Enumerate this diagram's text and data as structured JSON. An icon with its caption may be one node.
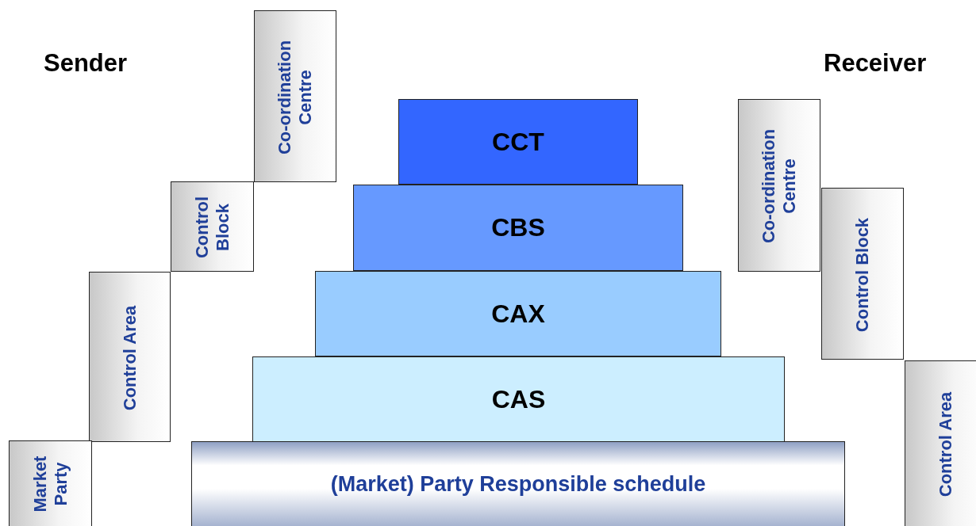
{
  "diagram": {
    "nodes": [
      {
        "text": [
          "Co-ordination Centre"
        ]
      },
      {
        "text": [
          "Control Block"
        ]
      },
      {
        "text": [
          "Control Area"
        ]
      },
      {
        "text": [
          "Market Party"
        ]
      },
      {
        "text": [
          "CCT"
        ]
      },
      {
        "text": [
          "CBS"
        ]
      },
      {
        "text": [
          "CAX"
        ]
      },
      {
        "text": [
          "CAS"
        ]
      },
      {
        "text": [
          "(Market) Party Responsible schedule"
        ]
      },
      {
        "text": [
          "Co-ordination Centre"
        ]
      },
      {
        "text": [
          "Control Block"
        ]
      },
      {
        "text": [
          "Control Area"
        ]
      }
    ],
    "labels": [
      "Sender",
      "Receiver"
    ]
  }
}
